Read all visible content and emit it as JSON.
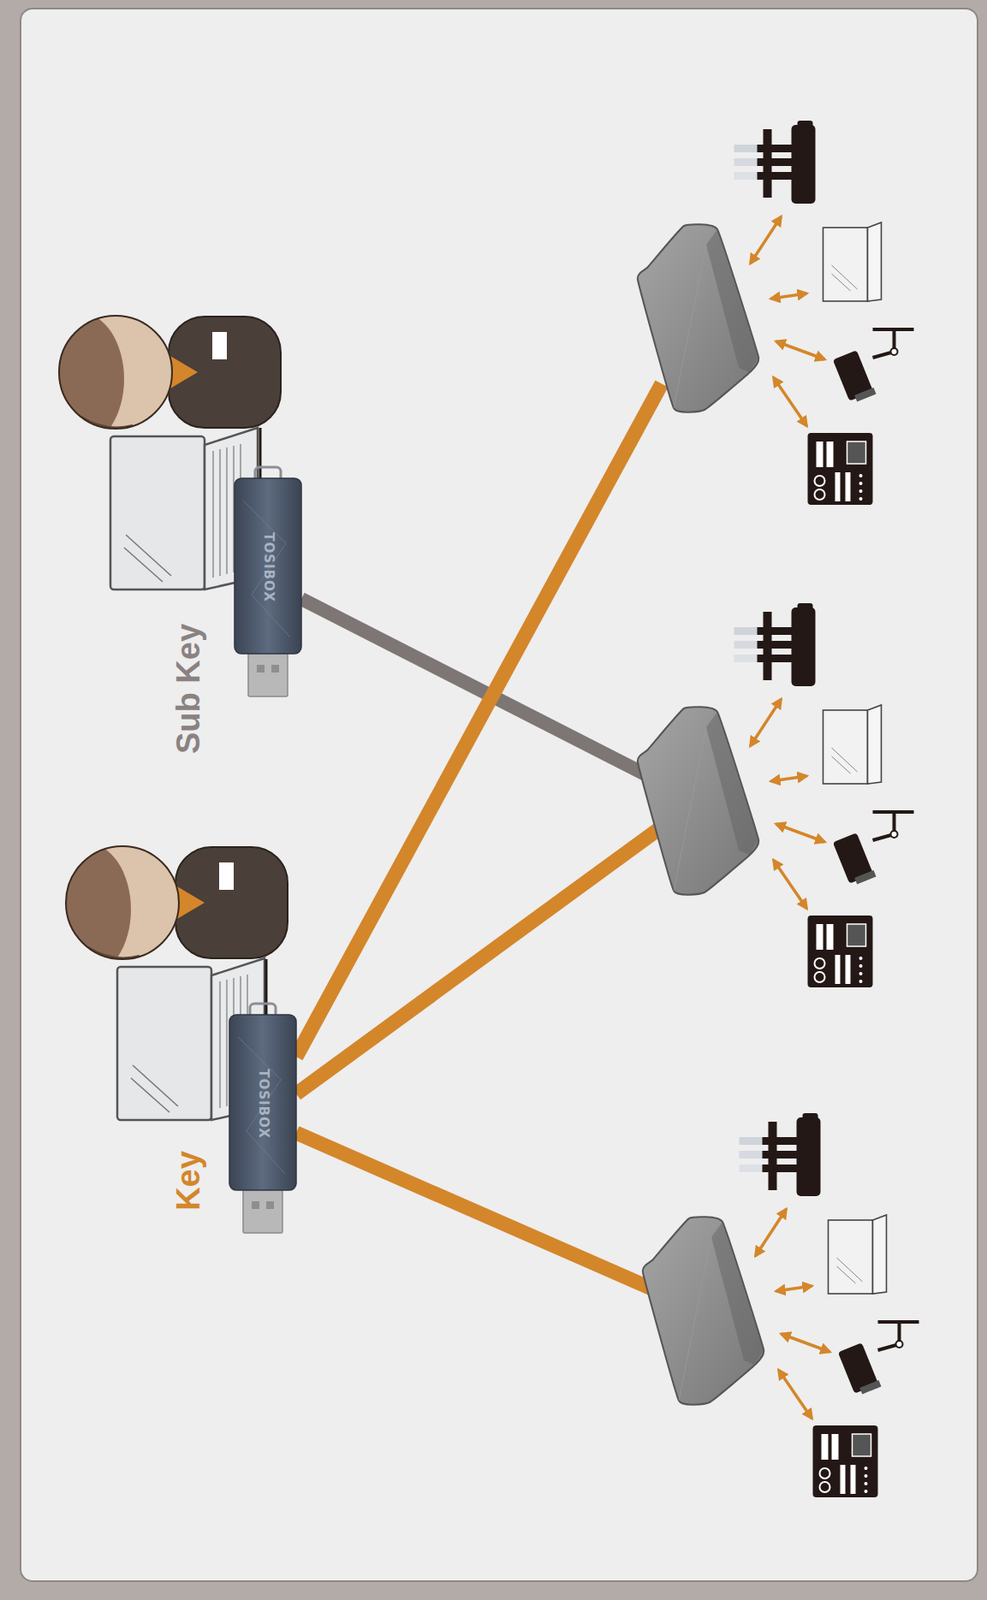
{
  "diagram": {
    "nodes": [
      {
        "text": [
          "Sub Key"
        ]
      },
      {
        "text": [
          "Key"
        ]
      },
      {
        "text": []
      },
      {
        "text": []
      },
      {
        "text": []
      }
    ],
    "edges": [
      {
        "from": 0,
        "to": 3,
        "arrow": "none"
      },
      {
        "from": 1,
        "to": 2,
        "arrow": "none"
      },
      {
        "from": 1,
        "to": 3,
        "arrow": "none"
      },
      {
        "from": 1,
        "to": 4,
        "arrow": "none"
      }
    ],
    "labels": [
      "TOSIBOX",
      "TOSIBOX"
    ]
  }
}
